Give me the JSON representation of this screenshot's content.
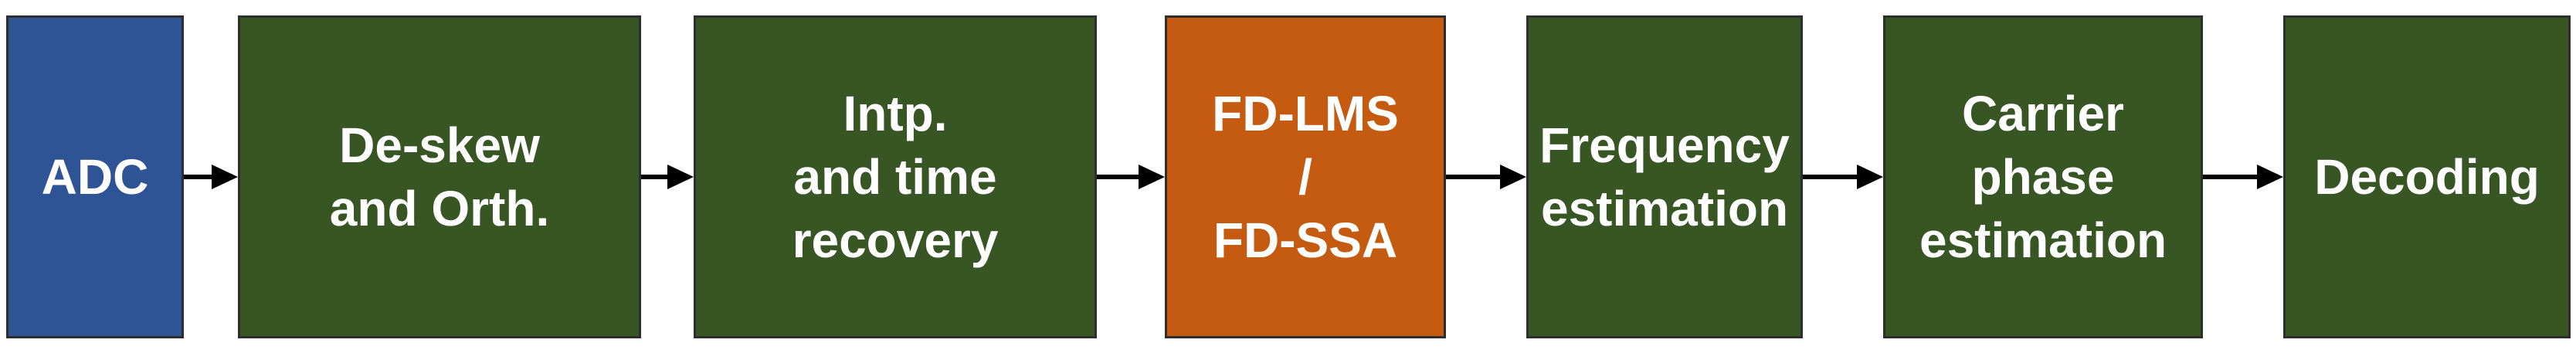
{
  "colors": {
    "adc": "#2f5496",
    "process": "#375623",
    "highlight": "#c55a11",
    "arrow": "#000000"
  },
  "blocks": [
    {
      "label": "ADC"
    },
    {
      "label": "De-skew\nand Orth."
    },
    {
      "label": "Intp.\nand time\nrecovery"
    },
    {
      "label": "FD-LMS\n/\nFD-SSA"
    },
    {
      "label": "Frequency\nestimation"
    },
    {
      "label": "Carrier\nphase\nestimation"
    },
    {
      "label": "Decoding"
    }
  ]
}
